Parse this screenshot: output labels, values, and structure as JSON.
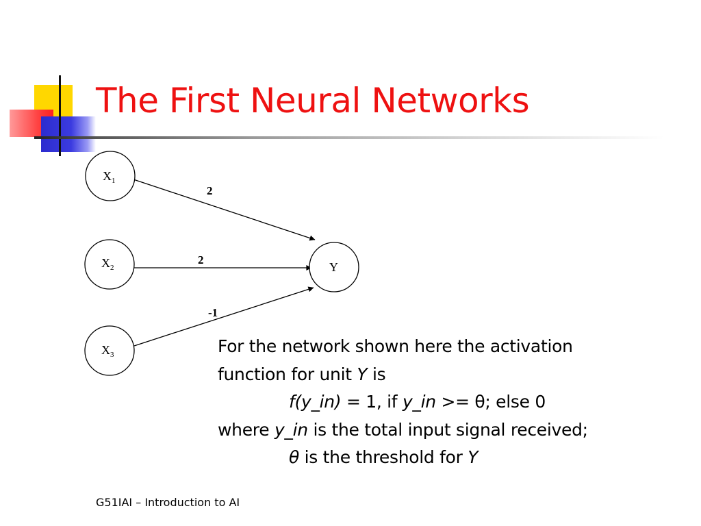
{
  "slide": {
    "title": "The First Neural Networks",
    "footer": "G51IAI – Introduction to AI"
  },
  "diagram": {
    "input_nodes": [
      {
        "base": "X",
        "sub": "1"
      },
      {
        "base": "X",
        "sub": "2"
      },
      {
        "base": "X",
        "sub": "3"
      }
    ],
    "output_node": {
      "label": "Y"
    },
    "weights": [
      "2",
      "2",
      "-1"
    ]
  },
  "description": {
    "line1": "For the network shown here the activation",
    "line2_pre": "function for unit ",
    "line2_var": "Y",
    "line2_post": " is",
    "line3_func": "f(y_in)",
    "line3_mid": " = 1, if ",
    "line3_var": "y_in",
    "line3_post": " >= θ; else 0",
    "line4_pre": "where ",
    "line4_var": "y_in",
    "line4_post": " is the total input signal received;",
    "line5_theta": "θ",
    "line5_mid": " is the threshold for ",
    "line5_var": "Y"
  }
}
